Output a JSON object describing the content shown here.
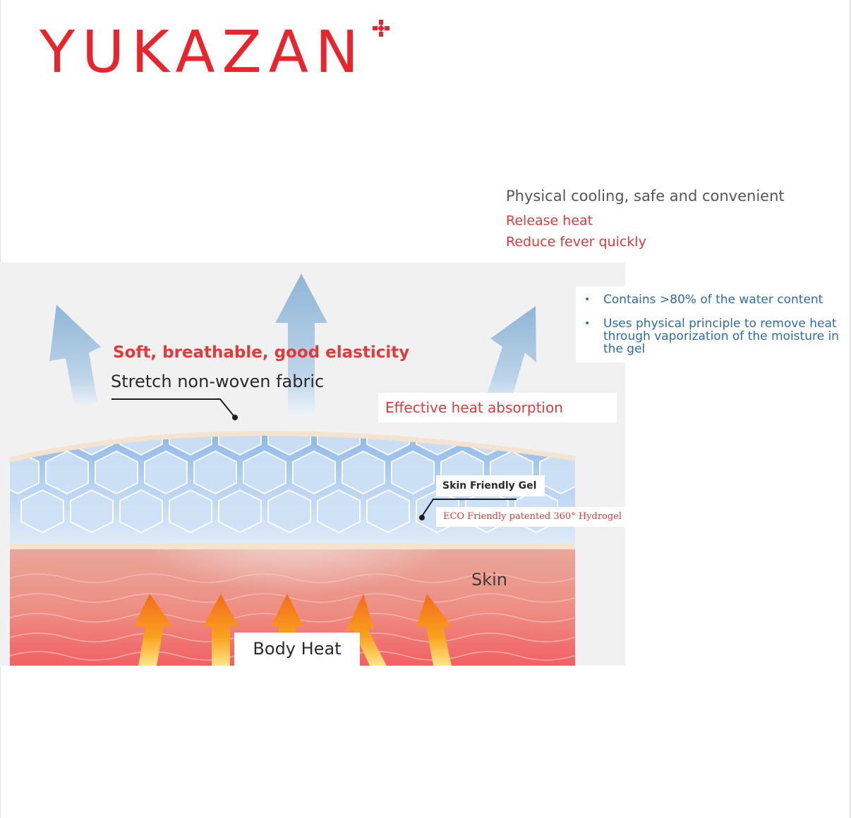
{
  "brand": {
    "name": "YUKAZAN",
    "color": "#e8252c"
  },
  "info": {
    "headline": "Physical cooling, safe and convenient",
    "points": [
      "Release heat",
      "Reduce fever quickly"
    ],
    "bullets": [
      "Contains >80% of the water content",
      "Uses physical principle to remove heat through vaporization of the moisture in the gel"
    ]
  },
  "diagram": {
    "feature": "Soft, breathable, good elasticity",
    "fabric_label": "Stretch non-woven fabric",
    "absorption_label": "Effective heat absorption",
    "gel_label": "Skin Friendly Gel",
    "hydrogel_label": "ECO Friendly patented 360° Hydrogel",
    "skin_label": "Skin",
    "body_heat_label": "Body Heat"
  },
  "colors": {
    "accent_red": "#e03a3a",
    "bullet_blue": "#2d6ca8",
    "cool_arrow": "#a9c8e2",
    "heat_arrow": "#f7a21a",
    "skin": "#e89a8c",
    "gel": "#a9c9ec"
  },
  "icons": {
    "brand_mark": "plus-diamond-icon",
    "cooling": "up-arrow-icon",
    "heat": "up-arrow-icon"
  }
}
